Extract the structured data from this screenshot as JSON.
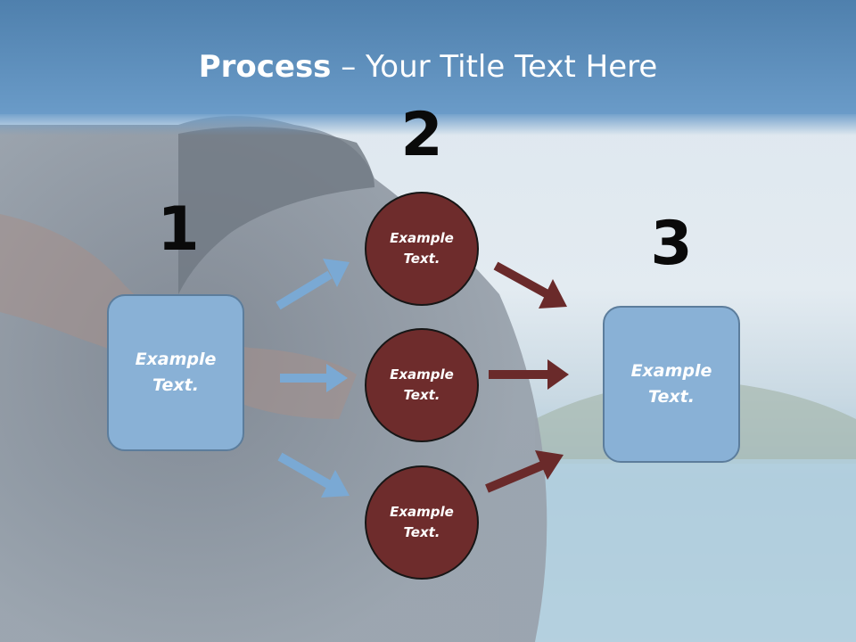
{
  "title": {
    "bold": "Process",
    "rest": " – Your Title Text Here"
  },
  "steps": [
    {
      "number": "1",
      "boxes": [
        {
          "line1": "Example",
          "line2": "Text."
        }
      ]
    },
    {
      "number": "2",
      "boxes": [
        {
          "line1": "Example",
          "line2": "Text."
        },
        {
          "line1": "Example",
          "line2": "Text."
        },
        {
          "line1": "Example",
          "line2": "Text."
        }
      ]
    },
    {
      "number": "3",
      "boxes": [
        {
          "line1": "Example",
          "line2": "Text."
        }
      ]
    }
  ],
  "colors": {
    "header": "#5b8fbf",
    "box_fill": "#89b1d6",
    "circle_fill": "#6e2c2c",
    "arrow_blue": "#7aa9d4",
    "arrow_red": "#6a2a2a"
  }
}
